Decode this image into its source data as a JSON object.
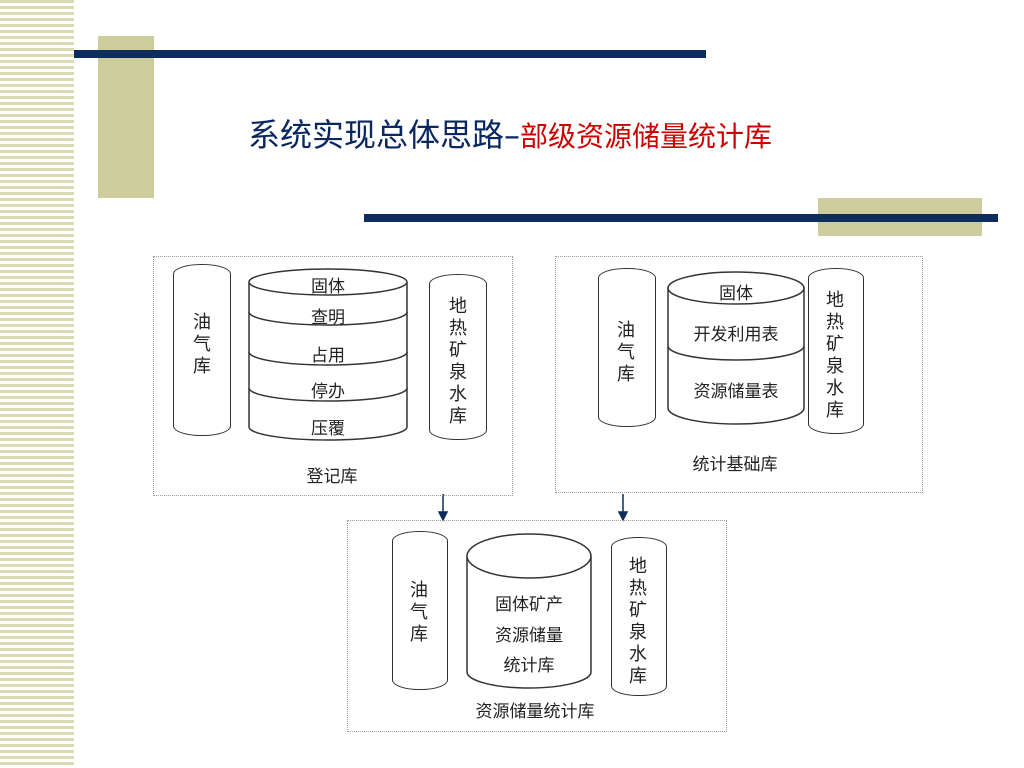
{
  "title": {
    "main": "系统实现总体思路–",
    "highlight": "部级资源储量统计库"
  },
  "panel_register": {
    "caption": "登记库",
    "oil_gas": "油\n气\n库",
    "solid_label": "固体",
    "layers": [
      "查明",
      "占用",
      "停办",
      "压覆"
    ],
    "geothermal": "地\n热\n矿\n泉\n水\n库"
  },
  "panel_stats": {
    "caption": "统计基础库",
    "oil_gas": "油\n气\n库",
    "solid_label": "固体",
    "layers": [
      "开发利用表",
      "资源储量表"
    ],
    "geothermal": "地\n热\n矿\n泉\n水\n库"
  },
  "panel_reserve": {
    "caption": "资源储量统计库",
    "oil_gas": "油\n气\n库",
    "center_lines": [
      "固体矿产",
      "资源储量",
      "统计库"
    ],
    "geothermal": "地\n热\n矿\n泉\n水\n库"
  },
  "colors": {
    "bar": "#0d2d5c",
    "accent_block": "#cccc9c",
    "title": "#0a2860",
    "highlight": "#cc0000"
  }
}
